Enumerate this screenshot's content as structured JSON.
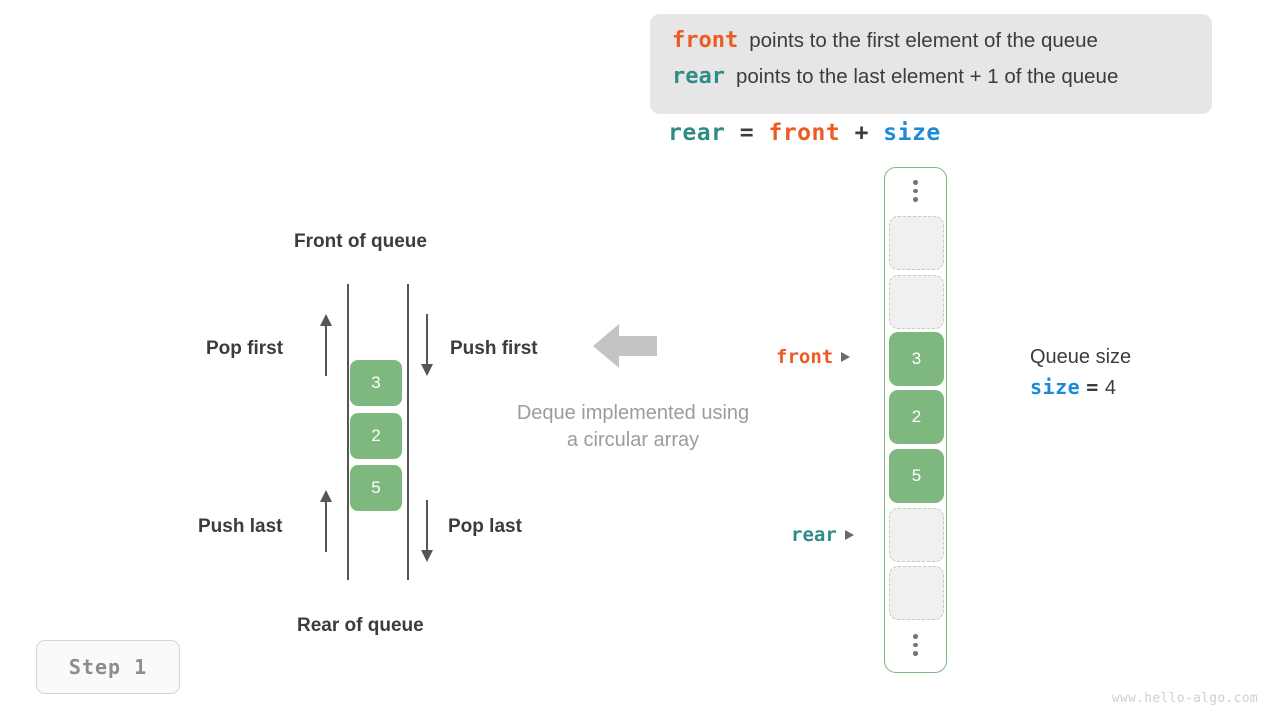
{
  "legend": {
    "lines": [
      {
        "keyword": "front",
        "keyword_color": "#ec5b22",
        "text": "points to the first element of the queue"
      },
      {
        "keyword": "rear",
        "keyword_color": "#2f8c86",
        "text": "points to the last element + 1 of the queue"
      }
    ]
  },
  "formula": {
    "lhs": "rear",
    "eq": "=",
    "rhs1": "front",
    "plus": "+",
    "rhs2": "size"
  },
  "deque_diagram": {
    "top_label": "Front of queue",
    "bottom_label": "Rear of queue",
    "operations": {
      "pop_first": "Pop first",
      "push_first": "Push first",
      "push_last": "Push last",
      "pop_last": "Pop last"
    },
    "cells": [
      {
        "value": "3"
      },
      {
        "value": "2"
      },
      {
        "value": "5"
      }
    ]
  },
  "caption": {
    "line1": "Deque implemented using",
    "line2": "a circular array"
  },
  "array": {
    "top_dots": "⋮",
    "bottom_dots": "⋮",
    "slots": [
      {
        "value": "",
        "state": "empty"
      },
      {
        "value": "",
        "state": "empty"
      },
      {
        "value": "3",
        "state": "filled"
      },
      {
        "value": "2",
        "state": "filled"
      },
      {
        "value": "5",
        "state": "filled"
      },
      {
        "value": "",
        "state": "empty"
      },
      {
        "value": "",
        "state": "empty"
      }
    ],
    "pointers": {
      "front": "front",
      "rear": "rear"
    }
  },
  "queue_size": {
    "title": "Queue size",
    "var": "size",
    "eq": "=",
    "value": "4"
  },
  "step_badge": {
    "label": "Step 1"
  },
  "watermark": {
    "text": "www.hello-algo.com"
  },
  "colors": {
    "front": "#ec5b22",
    "rear": "#2f8c86",
    "size": "#1c8ad8",
    "cell_green": "#7fb87f",
    "legend_bg": "#e6e6e6",
    "muted": "#9c9c9c"
  }
}
